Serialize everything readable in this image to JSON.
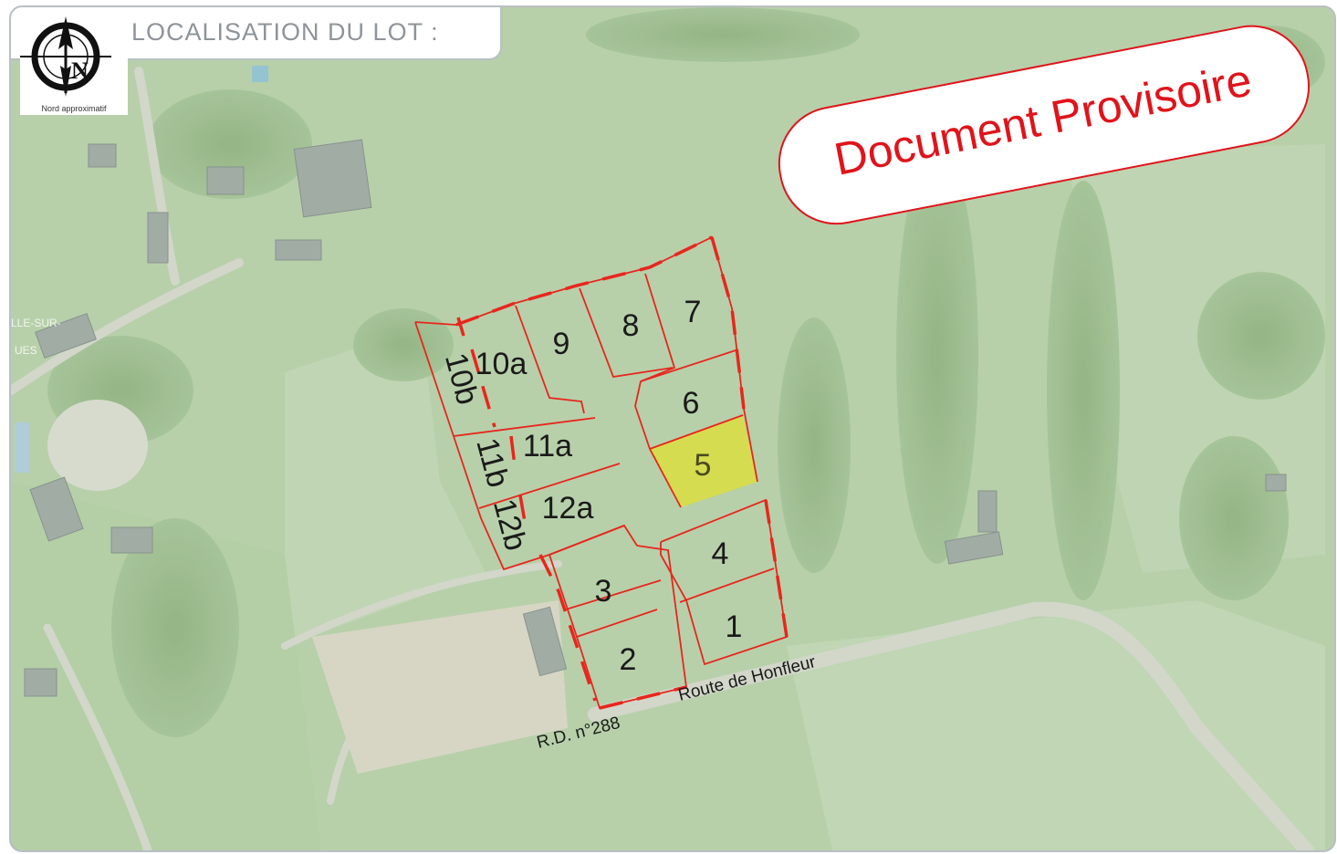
{
  "title": "LOCALISATION DU LOT :",
  "compass": {
    "icon": "north-arrow-compass-icon",
    "label": "Nord approximatif",
    "letter": "N"
  },
  "stamp": "Document Provisoire",
  "lots": [
    "1",
    "2",
    "3",
    "4",
    "5",
    "6",
    "7",
    "8",
    "9",
    "10a",
    "10b",
    "11a",
    "11b",
    "12a",
    "12b"
  ],
  "highlighted_lot": "5",
  "roads": {
    "name": "Route de Honfleur",
    "number": "R.D. n°288"
  },
  "map_fragments": {
    "village": "LLE-SUR-",
    "village2": "UES"
  },
  "colors": {
    "boundary": "#e8261d",
    "highlight": "#e6e21e",
    "field": "#a9c79a"
  }
}
